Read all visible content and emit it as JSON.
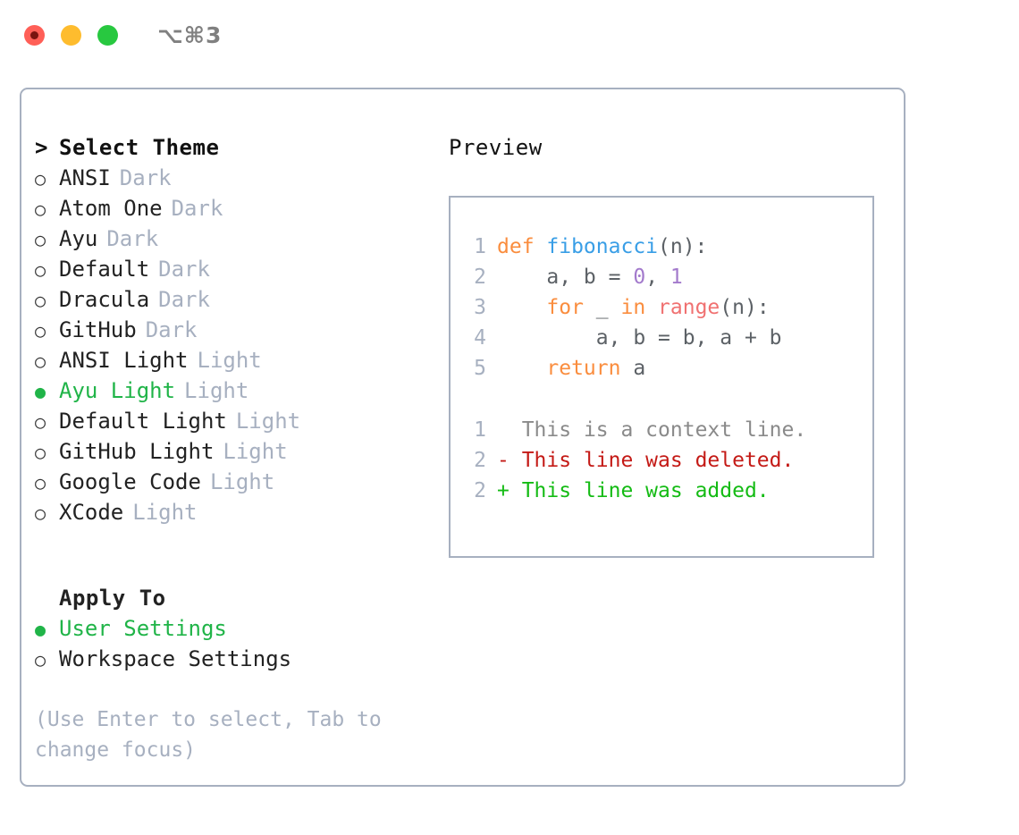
{
  "window": {
    "title": "⌥⌘3",
    "traffic_lights": [
      {
        "name": "close",
        "color": "#ff5f57"
      },
      {
        "name": "minimize",
        "color": "#febc2e"
      },
      {
        "name": "maximize",
        "color": "#28c840"
      }
    ]
  },
  "theme_picker": {
    "header_caret": ">",
    "header_label": "Select Theme",
    "bullet_selected": "●",
    "bullet_unselected": "○",
    "selected_theme": "Ayu Light",
    "accent_color": "#20b448",
    "items": [
      {
        "bullet": "○",
        "name": "ANSI",
        "tag": "Dark",
        "selected": false
      },
      {
        "bullet": "○",
        "name": "Atom One",
        "tag": "Dark",
        "selected": false
      },
      {
        "bullet": "○",
        "name": "Ayu",
        "tag": "Dark",
        "selected": false
      },
      {
        "bullet": "○",
        "name": "Default",
        "tag": "Dark",
        "selected": false
      },
      {
        "bullet": "○",
        "name": "Dracula",
        "tag": "Dark",
        "selected": false
      },
      {
        "bullet": "○",
        "name": "GitHub",
        "tag": "Dark",
        "selected": false
      },
      {
        "bullet": "○",
        "name": "ANSI Light",
        "tag": "Light",
        "selected": false
      },
      {
        "bullet": "●",
        "name": "Ayu Light",
        "tag": "Light",
        "selected": true
      },
      {
        "bullet": "○",
        "name": "Default Light",
        "tag": "Light",
        "selected": false
      },
      {
        "bullet": "○",
        "name": "GitHub Light",
        "tag": "Light",
        "selected": false
      },
      {
        "bullet": "○",
        "name": "Google Code",
        "tag": "Light",
        "selected": false
      },
      {
        "bullet": "○",
        "name": "XCode",
        "tag": "Light",
        "selected": false
      }
    ]
  },
  "apply_to": {
    "header_label": "Apply To",
    "selected_option": "User Settings",
    "options": [
      {
        "bullet": "●",
        "label": "User Settings",
        "selected": true
      },
      {
        "bullet": "○",
        "label": "Workspace Settings",
        "selected": false
      }
    ]
  },
  "hint": {
    "line1": "(Use Enter to select, Tab to",
    "line2": "change focus)"
  },
  "preview": {
    "label": "Preview",
    "code_lines": [
      {
        "number": "1",
        "tokens": [
          {
            "text": "def ",
            "cls": "kw"
          },
          {
            "text": "fibonacci",
            "cls": "fn"
          },
          {
            "text": "(n):",
            "cls": "pl"
          }
        ]
      },
      {
        "number": "2",
        "tokens": [
          {
            "text": "    a, b = ",
            "cls": "pl"
          },
          {
            "text": "0",
            "cls": "num"
          },
          {
            "text": ", ",
            "cls": "pl"
          },
          {
            "text": "1",
            "cls": "num"
          }
        ]
      },
      {
        "number": "3",
        "tokens": [
          {
            "text": "    ",
            "cls": "pl"
          },
          {
            "text": "for",
            "cls": "kw"
          },
          {
            "text": " _ ",
            "cls": "pl"
          },
          {
            "text": "in",
            "cls": "kw"
          },
          {
            "text": " ",
            "cls": "pl"
          },
          {
            "text": "range",
            "cls": "bi"
          },
          {
            "text": "(n):",
            "cls": "pl"
          }
        ]
      },
      {
        "number": "4",
        "tokens": [
          {
            "text": "        a, b = b, a + b",
            "cls": "pl"
          }
        ]
      },
      {
        "number": "5",
        "tokens": [
          {
            "text": "    ",
            "cls": "pl"
          },
          {
            "text": "return",
            "cls": "kw"
          },
          {
            "text": " a",
            "cls": "pl"
          }
        ]
      }
    ],
    "diff_lines": [
      {
        "number": "1",
        "marker": " ",
        "text": "This is a context line.",
        "kind": "context"
      },
      {
        "number": "2",
        "marker": "-",
        "text": "This line was deleted.",
        "kind": "deleted"
      },
      {
        "number": "2",
        "marker": "+",
        "text": "This line was added.",
        "kind": "added"
      }
    ],
    "diff_colors": {
      "context": "#8a8a8a",
      "deleted": "#c41a16",
      "added": "#14bb14"
    },
    "syntax_colors": {
      "keyword": "#fa8d3e",
      "function": "#399ee6",
      "builtin": "#f07171",
      "number": "#a37acc",
      "plain": "#5c6166",
      "line_number": "#a7b0c0"
    }
  }
}
